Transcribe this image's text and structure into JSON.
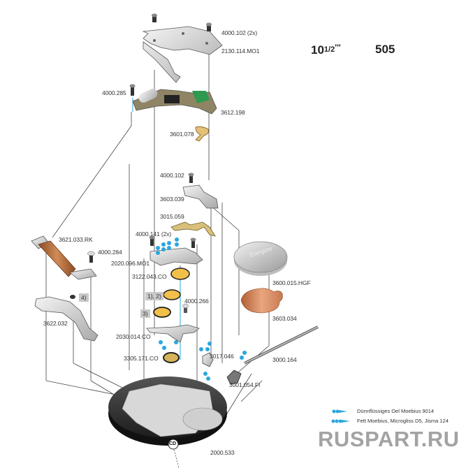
{
  "header": {
    "caliber_size": "10",
    "caliber_fraction": "1/2",
    "caliber_ligne": "'''",
    "caliber_number": "505"
  },
  "parts": [
    {
      "id": "screw-bridge",
      "label": "4000.102 (2x)"
    },
    {
      "id": "bridge",
      "label": "2130.114.MO1"
    },
    {
      "id": "screw-module",
      "label": "4000.285"
    },
    {
      "id": "module",
      "label": "3612.198"
    },
    {
      "id": "spring-contact",
      "label": "3601.078"
    },
    {
      "id": "screw-contact",
      "label": "4000.102"
    },
    {
      "id": "contact-bracket",
      "label": "3603.039"
    },
    {
      "id": "setting-lever",
      "label": "3015.059"
    },
    {
      "id": "screw-train",
      "label": "4000.141 (2x)"
    },
    {
      "id": "train-bridge",
      "label": "2020.096.MO1"
    },
    {
      "id": "wheel-1",
      "label": "3122.043.CO"
    },
    {
      "id": "screw-2",
      "label": "4000.266"
    },
    {
      "id": "lower-bridge",
      "label": "2030.014.CO"
    },
    {
      "id": "rotor",
      "label": "3305.171.CO"
    },
    {
      "id": "detent",
      "label": "3017.046"
    },
    {
      "id": "stem",
      "label": "3000.164"
    },
    {
      "id": "crown-pinion",
      "label": "3001.054.FI"
    },
    {
      "id": "coil-lever",
      "label": "3621.033.RK"
    },
    {
      "id": "screw-coil",
      "label": "4000.284"
    },
    {
      "id": "coil-bracket",
      "label": "3622.032"
    },
    {
      "id": "battery",
      "label": "3600.015.HGF"
    },
    {
      "id": "insulator",
      "label": "3603.034"
    },
    {
      "id": "mainplate",
      "label": "2000.533"
    }
  ],
  "tags": {
    "wheel_note": "1), 2)",
    "wheel2_note": "3)",
    "coil_note": "4)"
  },
  "battery_brand": "Energizer",
  "mainplate_marker": "CD",
  "legend": {
    "items": [
      {
        "icon": "oil-drop-2-icon",
        "text": "Dünnflüssiges Oel Moebius 9014",
        "color": "#29a7de"
      },
      {
        "icon": "oil-drop-3-icon",
        "text": "Fett Moebius, Microgliss D5, Jisma 124",
        "color": "#29a7de"
      }
    ]
  },
  "watermark": "RUSPART.RU",
  "colors": {
    "lube": "#29a7de",
    "gold": "#f2c04a",
    "copper": "#c9764a",
    "pcb_green": "#2f9a4f"
  }
}
